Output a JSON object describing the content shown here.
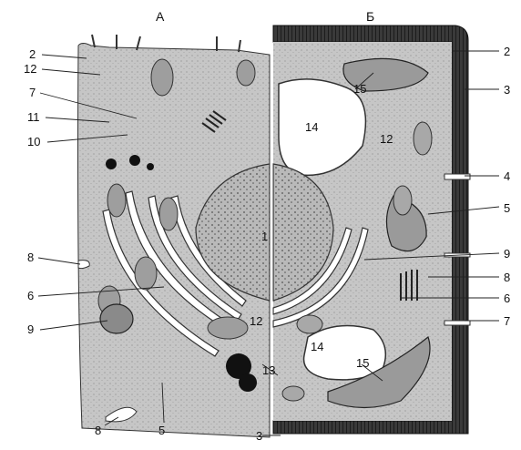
{
  "panels": {
    "left_title": "А",
    "right_title": "Б"
  },
  "labels": {
    "left": {
      "l2": "2",
      "l12": "12",
      "l7": "7",
      "l11": "11",
      "l10": "10",
      "l8": "8",
      "l6": "6",
      "l9": "9",
      "l8b": "8",
      "l5": "5"
    },
    "center": {
      "l1": "1",
      "l12": "12",
      "l13": "13",
      "l3": "3"
    },
    "right": {
      "r15": "15",
      "r14": "14",
      "r12": "12",
      "r2": "2",
      "r3": "3",
      "r4": "4",
      "r5": "5",
      "r9": "9",
      "r8": "8",
      "r6": "6",
      "r7": "7",
      "r14b": "14",
      "r15b": "15"
    }
  },
  "colors": {
    "cytoplasm": "#c9c9c9",
    "ink": "#1a1a1a",
    "vacuole": "#ffffff",
    "wall": "#2a2a2a"
  }
}
